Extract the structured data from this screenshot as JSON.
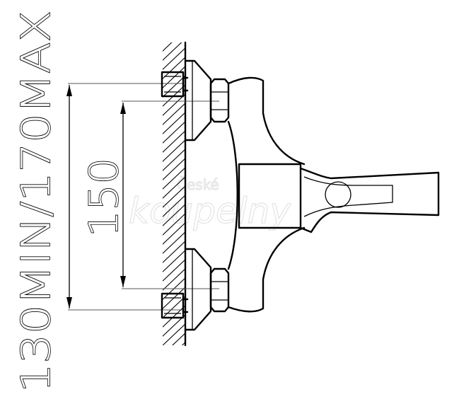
{
  "range_label": "130MIN/170MAX",
  "centre_distance_label": "150",
  "watermark": {
    "line1": "České",
    "line2": "koupelny"
  }
}
